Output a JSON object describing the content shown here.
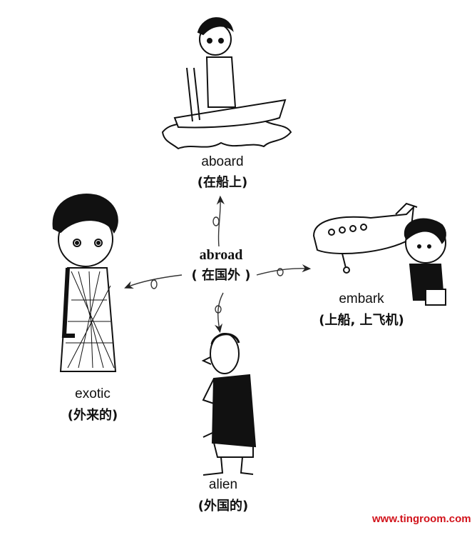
{
  "center": {
    "word": "abroad",
    "meaning": "( 在国外 )"
  },
  "words": [
    {
      "word": "aboard",
      "meaning": "(在船上)"
    },
    {
      "word": "embark",
      "meaning": "(上船, 上飞机)"
    },
    {
      "word": "alien",
      "meaning": "(外国的)"
    },
    {
      "word": "exotic",
      "meaning": "(外来的)"
    }
  ],
  "watermark": "www.tingroom.com",
  "colors": {
    "ink": "#111111",
    "watermark": "#d2141c"
  }
}
